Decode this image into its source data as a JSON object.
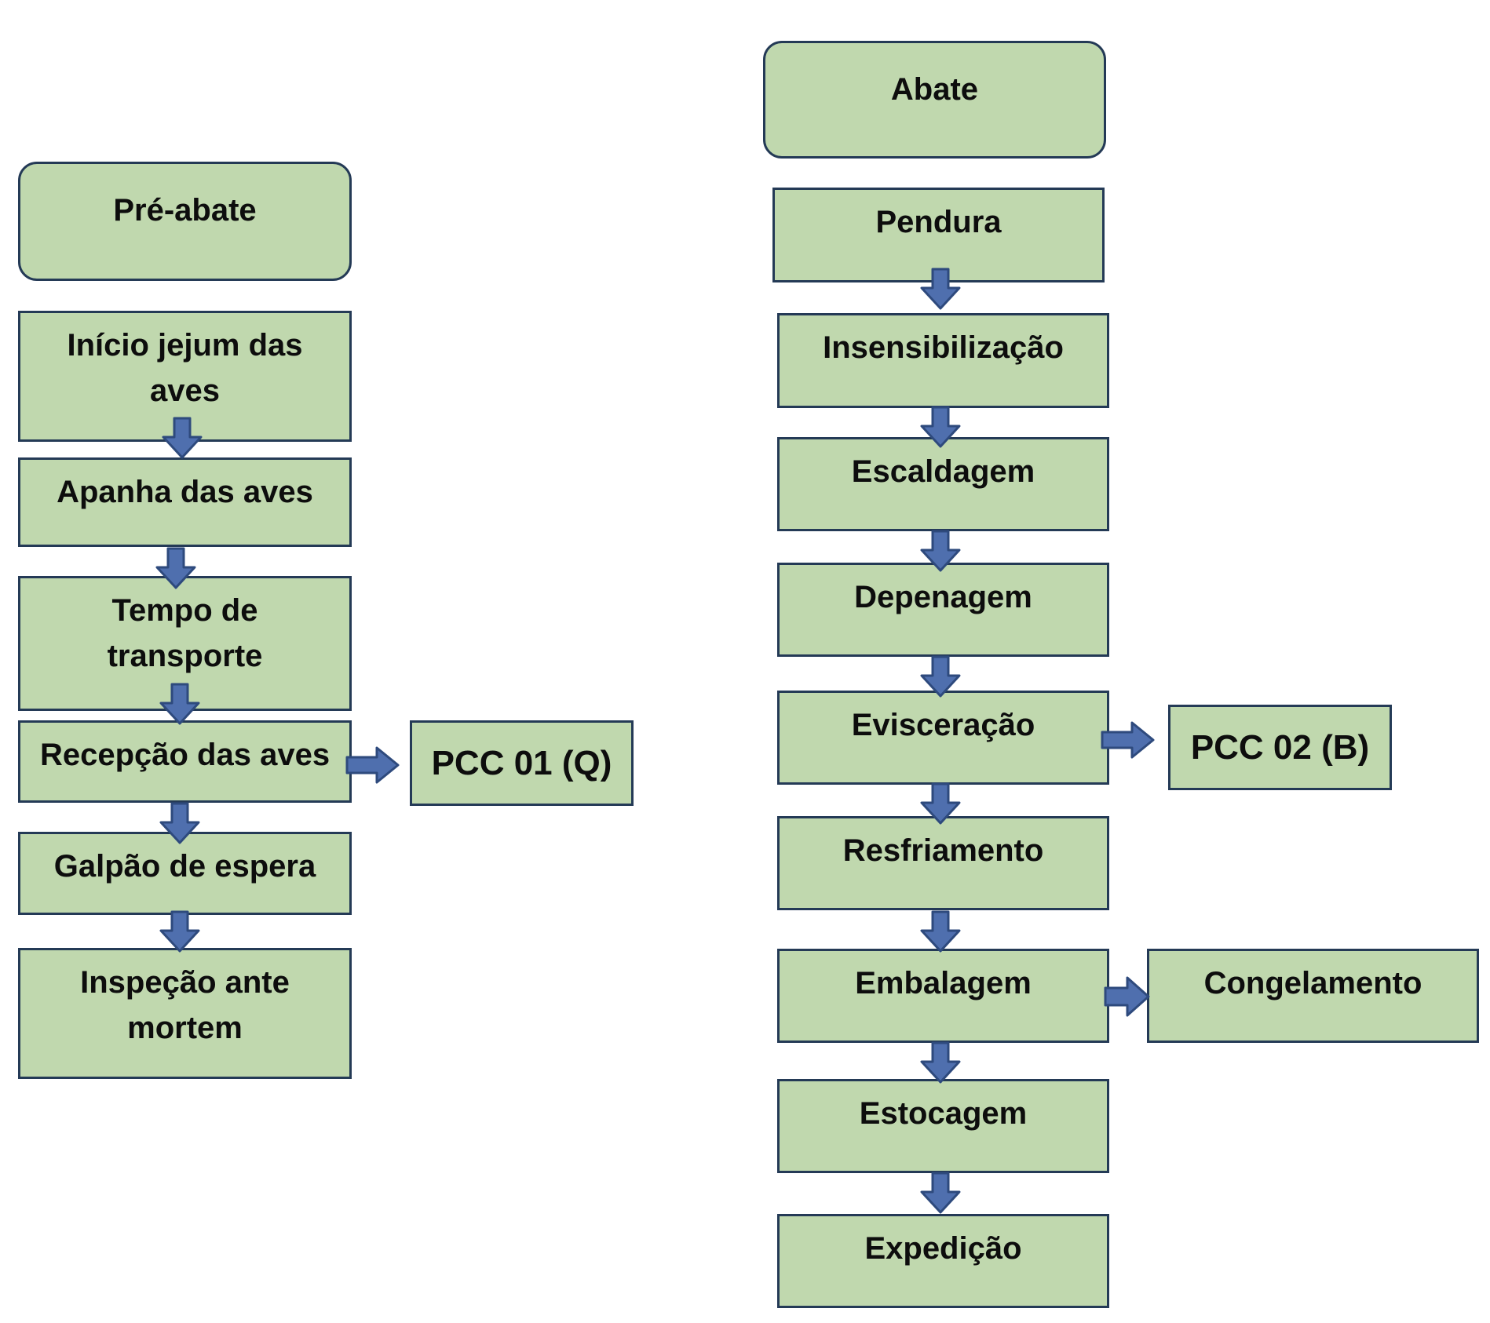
{
  "colors": {
    "box_fill": "#c0d8ae",
    "box_border": "#243a56",
    "arrow_fill": "#4f6fae",
    "arrow_stroke": "#2e4a7d"
  },
  "pre_abate": {
    "header": "Pré-abate",
    "steps": {
      "inicio_jejum": "Início jejum das aves",
      "apanha": "Apanha das aves",
      "tempo_transporte": "Tempo de transporte",
      "recepcao": "Recepção das aves",
      "galpao": "Galpão de espera",
      "inspecao": "Inspeção ante mortem"
    },
    "pcc": "PCC 01 (Q)"
  },
  "abate": {
    "header": "Abate",
    "steps": {
      "pendura": "Pendura",
      "insensibilizacao": "Insensibilização",
      "escaldagem": "Escaldagem",
      "depenagem": "Depenagem",
      "evisceracao": "Evisceração",
      "resfriamento": "Resfriamento",
      "embalagem": "Embalagem",
      "estocagem": "Estocagem",
      "expedicao": "Expedição"
    },
    "pcc": "PCC 02 (B)",
    "side": "Congelamento"
  }
}
